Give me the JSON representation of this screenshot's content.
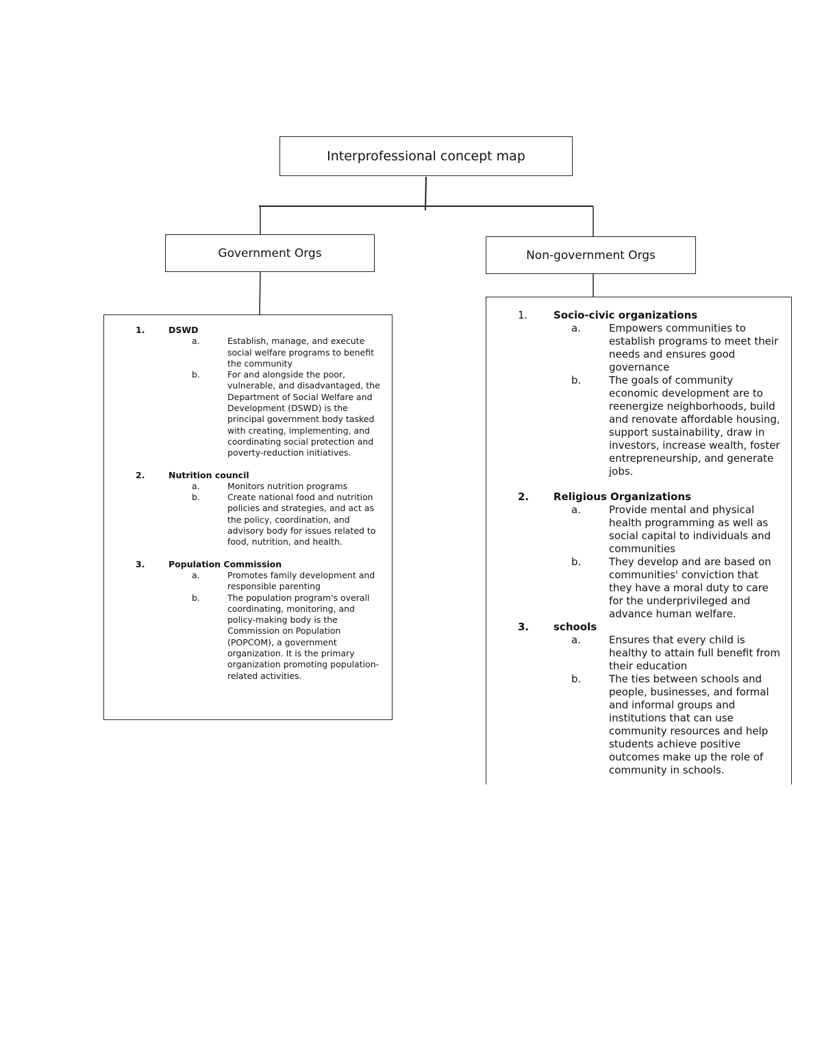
{
  "title": "Interprofessional concept map",
  "branches": {
    "government": {
      "label": "Government Orgs",
      "orgs": [
        {
          "number": "1.",
          "name": "DSWD",
          "items": [
            {
              "letter": "a.",
              "text": "Establish, manage, and execute social welfare programs to benefit the community"
            },
            {
              "letter": "b.",
              "text": "For and alongside the poor, vulnerable, and disadvantaged, the Department of Social Welfare and Development (DSWD) is the principal government body tasked with creating, implementing, and coordinating social protection and poverty-reduction initiatives."
            }
          ]
        },
        {
          "number": "2.",
          "name": "Nutrition council",
          "items": [
            {
              "letter": "a.",
              "text": "Monitors nutrition programs"
            },
            {
              "letter": "b.",
              "text": "Create national food and nutrition policies and strategies, and act as the policy, coordination, and advisory body for issues related to food, nutrition, and health."
            }
          ]
        },
        {
          "number": "3.",
          "name": "Population Commission",
          "items": [
            {
              "letter": "a.",
              "text": "Promotes family development and responsible parenting"
            },
            {
              "letter": "b.",
              "text": "The population program's overall coordinating, monitoring, and policy-making body is the Commission on Population (POPCOM), a government organization. It is the primary organization promoting population-related activities."
            }
          ]
        }
      ]
    },
    "non_government": {
      "label": "Non-government Orgs",
      "orgs": [
        {
          "number": "1.",
          "name": "Socio-civic organizations",
          "items": [
            {
              "letter": "a.",
              "text": "Empowers communities to establish programs to meet their needs and ensures good governance"
            },
            {
              "letter": "b.",
              "text": "The goals of community economic development are to reenergize neighborhoods, build and renovate affordable housing, support sustainability, draw in investors, increase wealth, foster entrepreneurship, and generate jobs."
            }
          ]
        },
        {
          "number": "2.",
          "name": "Religious Organizations",
          "items": [
            {
              "letter": "a.",
              "text": "Provide mental and physical health programming as well as social capital to individuals and communities"
            },
            {
              "letter": "b.",
              "text": "They develop and are based on communities' conviction that they have a moral duty to care for the underprivileged and advance human welfare."
            }
          ]
        },
        {
          "number": "3.",
          "name": "schools",
          "items": [
            {
              "letter": "a.",
              "text": "Ensures that every child is healthy to attain full benefit from their education"
            },
            {
              "letter": "b.",
              "text": "The ties between schools and people, businesses, and formal and informal groups and institutions that can use community resources and help students achieve positive outcomes make up the role of community in schools."
            }
          ]
        }
      ]
    }
  }
}
